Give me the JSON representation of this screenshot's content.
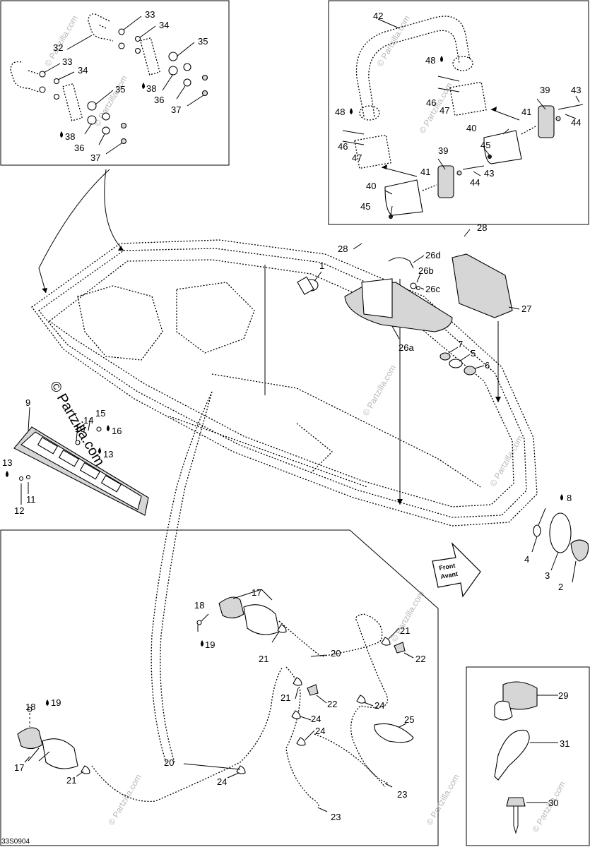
{
  "reference_code": "33S0904",
  "copyright": "© Partzilla.com",
  "watermark": "© Partzilla.com",
  "front_arrow": {
    "line1": "Front",
    "line2": "Avant"
  },
  "callouts": [
    {
      "id": "c-1",
      "text": "1"
    },
    {
      "id": "c-2",
      "text": "2"
    },
    {
      "id": "c-3",
      "text": "3"
    },
    {
      "id": "c-4",
      "text": "4"
    },
    {
      "id": "c-5",
      "text": "5"
    },
    {
      "id": "c-6",
      "text": "6"
    },
    {
      "id": "c-7",
      "text": "7"
    },
    {
      "id": "c-8",
      "text": "8"
    },
    {
      "id": "c-9",
      "text": "9"
    },
    {
      "id": "c-10",
      "text": "10"
    },
    {
      "id": "c-11",
      "text": "11"
    },
    {
      "id": "c-12",
      "text": "12"
    },
    {
      "id": "c-13a",
      "text": "13"
    },
    {
      "id": "c-13b",
      "text": "13"
    },
    {
      "id": "c-14",
      "text": "14"
    },
    {
      "id": "c-15",
      "text": "15"
    },
    {
      "id": "c-16",
      "text": "16"
    },
    {
      "id": "c-17a",
      "text": "17"
    },
    {
      "id": "c-17b",
      "text": "17"
    },
    {
      "id": "c-18a",
      "text": "18"
    },
    {
      "id": "c-18b",
      "text": "18"
    },
    {
      "id": "c-19a",
      "text": "19"
    },
    {
      "id": "c-19b",
      "text": "19"
    },
    {
      "id": "c-20a",
      "text": "20"
    },
    {
      "id": "c-20b",
      "text": "20"
    },
    {
      "id": "c-21a",
      "text": "21"
    },
    {
      "id": "c-21b",
      "text": "21"
    },
    {
      "id": "c-21c",
      "text": "21"
    },
    {
      "id": "c-21d",
      "text": "21"
    },
    {
      "id": "c-22a",
      "text": "22"
    },
    {
      "id": "c-22b",
      "text": "22"
    },
    {
      "id": "c-23a",
      "text": "23"
    },
    {
      "id": "c-23b",
      "text": "23"
    },
    {
      "id": "c-24a",
      "text": "24"
    },
    {
      "id": "c-24b",
      "text": "24"
    },
    {
      "id": "c-24c",
      "text": "24"
    },
    {
      "id": "c-24d",
      "text": "24"
    },
    {
      "id": "c-25",
      "text": "25"
    },
    {
      "id": "c-26a",
      "text": "26a"
    },
    {
      "id": "c-26b",
      "text": "26b"
    },
    {
      "id": "c-26c",
      "text": "26c"
    },
    {
      "id": "c-26d",
      "text": "26d"
    },
    {
      "id": "c-27",
      "text": "27"
    },
    {
      "id": "c-28a",
      "text": "28"
    },
    {
      "id": "c-28b",
      "text": "28"
    },
    {
      "id": "c-29",
      "text": "29"
    },
    {
      "id": "c-30",
      "text": "30"
    },
    {
      "id": "c-31",
      "text": "31"
    },
    {
      "id": "c-32a",
      "text": "32"
    },
    {
      "id": "c-32b",
      "text": "32"
    },
    {
      "id": "c-33a",
      "text": "33"
    },
    {
      "id": "c-33b",
      "text": "33"
    },
    {
      "id": "c-34a",
      "text": "34"
    },
    {
      "id": "c-34b",
      "text": "34"
    },
    {
      "id": "c-35a",
      "text": "35"
    },
    {
      "id": "c-35b",
      "text": "35"
    },
    {
      "id": "c-36a",
      "text": "36"
    },
    {
      "id": "c-36b",
      "text": "36"
    },
    {
      "id": "c-37a",
      "text": "37"
    },
    {
      "id": "c-37b",
      "text": "37"
    },
    {
      "id": "c-38a",
      "text": "38"
    },
    {
      "id": "c-38b",
      "text": "38"
    },
    {
      "id": "c-39a",
      "text": "39"
    },
    {
      "id": "c-39b",
      "text": "39"
    },
    {
      "id": "c-40a",
      "text": "40"
    },
    {
      "id": "c-40b",
      "text": "40"
    },
    {
      "id": "c-41a",
      "text": "41"
    },
    {
      "id": "c-41b",
      "text": "41"
    },
    {
      "id": "c-42",
      "text": "42"
    },
    {
      "id": "c-43a",
      "text": "43"
    },
    {
      "id": "c-43b",
      "text": "43"
    },
    {
      "id": "c-44a",
      "text": "44"
    },
    {
      "id": "c-44b",
      "text": "44"
    },
    {
      "id": "c-45a",
      "text": "45"
    },
    {
      "id": "c-45b",
      "text": "45"
    },
    {
      "id": "c-46a",
      "text": "46"
    },
    {
      "id": "c-46b",
      "text": "46"
    },
    {
      "id": "c-47a",
      "text": "47"
    },
    {
      "id": "c-47b",
      "text": "47"
    },
    {
      "id": "c-48a",
      "text": "48"
    },
    {
      "id": "c-48b",
      "text": "48"
    }
  ],
  "colors": {
    "line": "#000000",
    "background": "#ffffff",
    "watermark": "#b8b8b8",
    "fill": "#d6d6d6"
  },
  "icons": [
    "drop-icon",
    "front-arrow-icon"
  ]
}
